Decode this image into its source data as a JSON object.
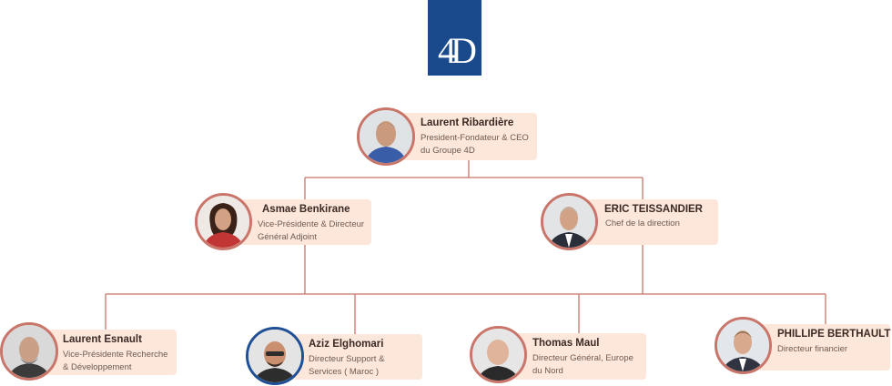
{
  "logo": {
    "text": "4D",
    "color": "#1a4a8c"
  },
  "line_color": "#c9756a",
  "card_color": "#fde6da",
  "people": [
    {
      "id": "laurent-ribardiere",
      "name": "Laurent Ribardière",
      "role": "President-Fondateur & CEO\ndu Groupe 4D"
    },
    {
      "id": "asmae-benkirane",
      "name": "Asmae Benkirane",
      "role": "Vice-Présidente & Directeur\nGénéral Adjoint"
    },
    {
      "id": "eric-teissandier",
      "name": "ERIC TEISSANDIER",
      "role": "Chef de la direction"
    },
    {
      "id": "laurent-esnault",
      "name": "Laurent Esnault",
      "role": "Vice-Présidente Recherche\n& Développement"
    },
    {
      "id": "aziz-elghomari",
      "name": "Aziz Elghomari",
      "role": "Directeur Support &\nServices ( Maroc )"
    },
    {
      "id": "thomas-maul",
      "name": "Thomas Maul",
      "role": "Directeur Général, Europe\ndu Nord"
    },
    {
      "id": "phillipe-berthault",
      "name": "PHILLIPE BERTHAULT",
      "role": "Directeur financier"
    }
  ]
}
